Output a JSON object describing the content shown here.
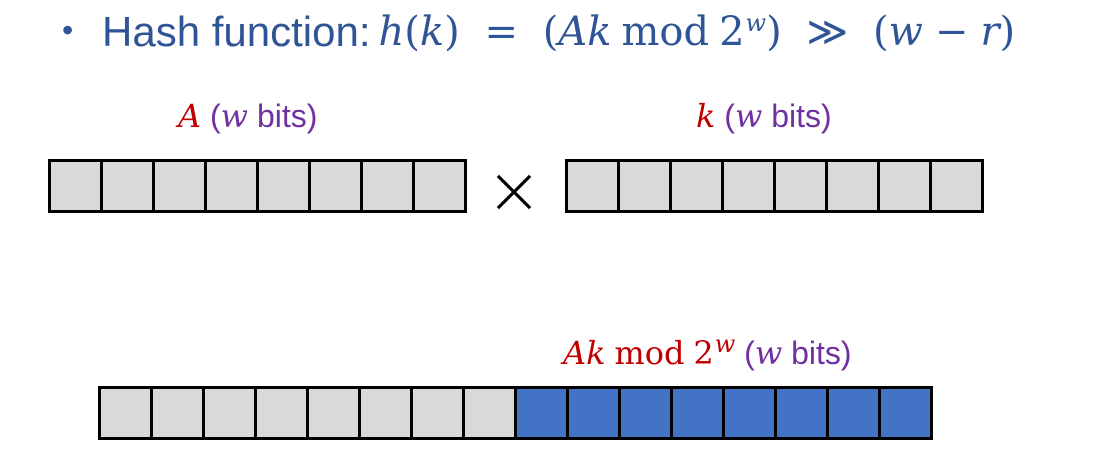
{
  "headline": {
    "bullet": "•",
    "text": "Hash function:",
    "formula_h": "h",
    "formula_open": "(",
    "formula_k": "k",
    "formula_close": ")",
    "formula_eq": "=",
    "formula_lparen": "(",
    "formula_A": "A",
    "formula_k2": "k",
    "formula_mod": "mod",
    "formula_two": "2",
    "formula_w_sup": "w",
    "formula_rparen": ")",
    "formula_shift": "≫",
    "formula_lparen2": "(",
    "formula_w": "w",
    "formula_minus": "−",
    "formula_r": "r",
    "formula_rparen2": ")"
  },
  "labels": {
    "A_name": "A",
    "A_width_open": "(",
    "A_width_w": "w",
    "A_width_rest": " bits)",
    "k_name": "k",
    "k_width_open": "(",
    "k_width_w": "w",
    "k_width_rest": " bits)",
    "result_A": "A",
    "result_k": "k",
    "result_mod": "mod",
    "result_two": "2",
    "result_w_sup": "w",
    "result_width_open": "(",
    "result_width_w": "w",
    "result_width_rest": " bits)"
  },
  "diagram": {
    "operator_icon": "multiply-icon",
    "A_bits": 8,
    "k_bits": 8,
    "result_low_bits": 8,
    "result_high_bits": 8,
    "colors": {
      "bit_fill": "#D9D9D9",
      "result_fill": "#4472C4",
      "title_blue": "#2F5597",
      "math_red": "#C00000",
      "width_purple": "#7030A0"
    }
  }
}
